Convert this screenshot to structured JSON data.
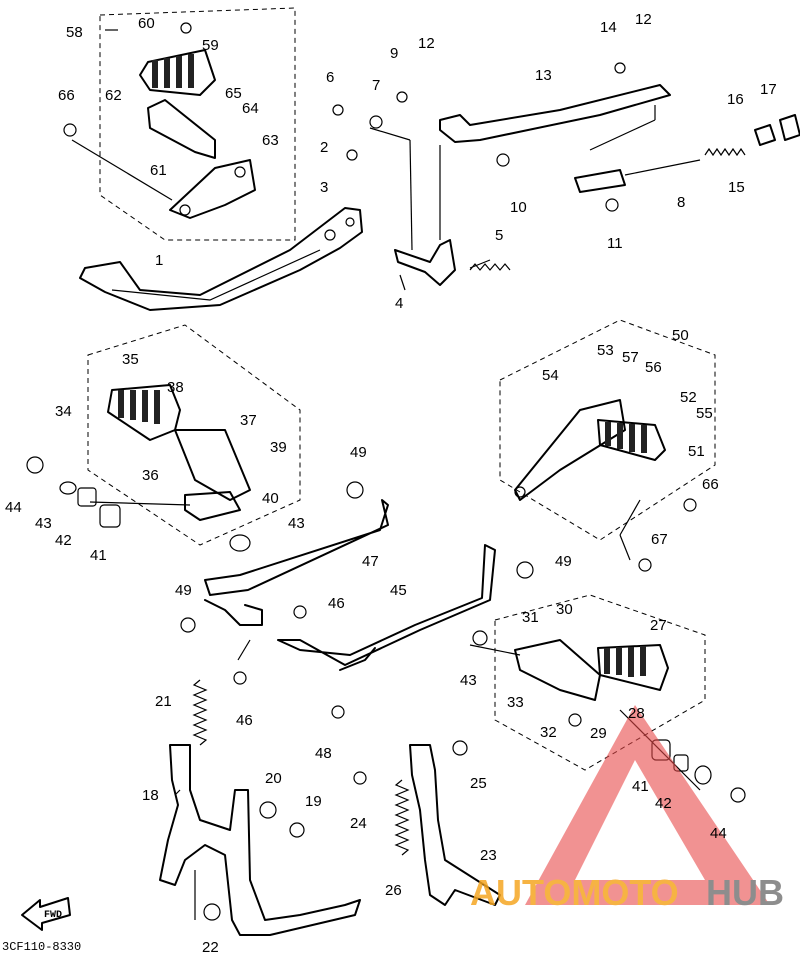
{
  "diagram": {
    "code_label": "3CF110-8330",
    "fwd_label": "FWD",
    "watermark": {
      "part1": "AUTOMOTO",
      "part2": "HUB",
      "color1": "#f5a623",
      "color2": "#7a7a7a",
      "triangle_color": "#e84a4a"
    },
    "callouts": [
      "1",
      "2",
      "3",
      "4",
      "5",
      "6",
      "7",
      "8",
      "9",
      "10",
      "11",
      "12",
      "12",
      "13",
      "14",
      "15",
      "16",
      "17",
      "18",
      "19",
      "20",
      "21",
      "22",
      "23",
      "24",
      "25",
      "26",
      "27",
      "28",
      "29",
      "30",
      "31",
      "32",
      "33",
      "34",
      "35",
      "36",
      "37",
      "38",
      "39",
      "40",
      "41",
      "41",
      "42",
      "42",
      "43",
      "43",
      "43",
      "44",
      "44",
      "45",
      "46",
      "46",
      "47",
      "48",
      "49",
      "49",
      "49",
      "50",
      "51",
      "52",
      "53",
      "54",
      "55",
      "56",
      "57",
      "58",
      "59",
      "60",
      "61",
      "62",
      "63",
      "64",
      "65",
      "66",
      "66",
      "67"
    ]
  }
}
